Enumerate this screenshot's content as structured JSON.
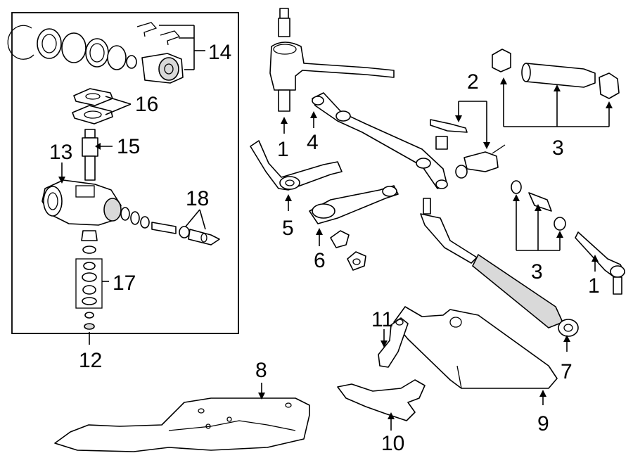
{
  "callouts": {
    "c1_top": "1",
    "c1_right": "1",
    "c2": "2",
    "c3_top": "3",
    "c3_mid": "3",
    "c4": "4",
    "c5": "5",
    "c6": "6",
    "c7": "7",
    "c8": "8",
    "c9": "9",
    "c10": "10",
    "c11": "11",
    "c12": "12",
    "c13": "13",
    "c14": "14",
    "c15": "15",
    "c16": "16",
    "c17": "17",
    "c18": "18"
  },
  "colors": {
    "line": "#000000",
    "background": "#ffffff",
    "shade": "#d9d9d9"
  }
}
